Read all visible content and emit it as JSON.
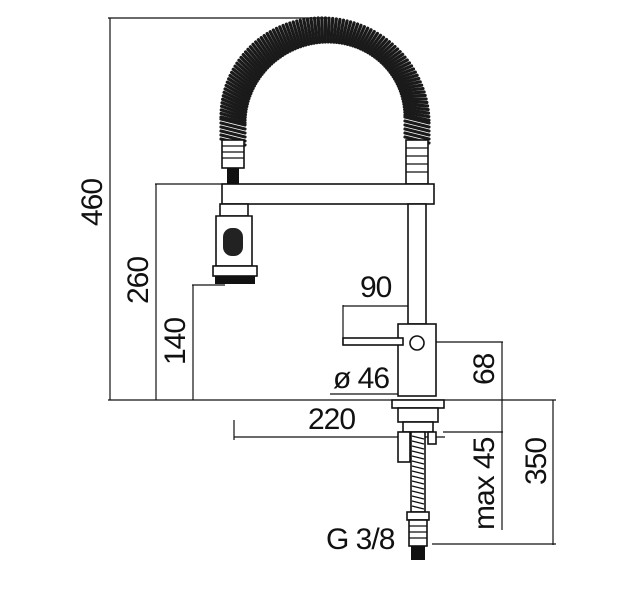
{
  "drawing": {
    "subject": "pull-out spring kitchen faucet",
    "dimensions": {
      "total_height": "460",
      "spout_height": "260",
      "spray_height": "140",
      "handle_length": "90",
      "base_diameter": "ø 46",
      "handle_height": "68",
      "reach": "220",
      "max_deck_thickness": "max 45",
      "hose_length": "350",
      "connection": "G 3/8"
    },
    "colors": {
      "line": "#111111",
      "spring": "#1a1a1a",
      "background": "#ffffff"
    }
  }
}
